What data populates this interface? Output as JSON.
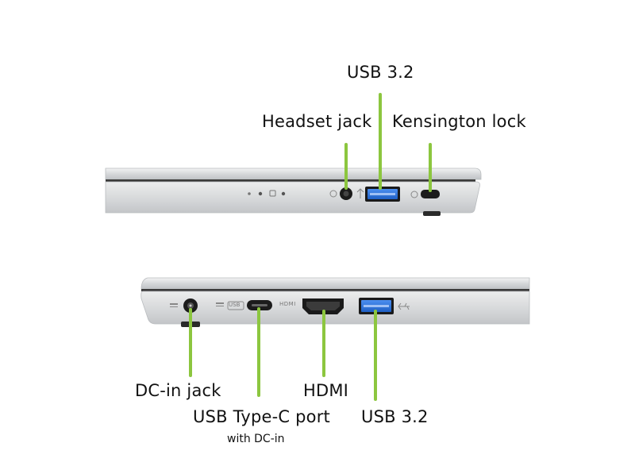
{
  "top_view": {
    "labels": {
      "usb": "USB 3.2",
      "headset": "Headset jack",
      "kensington": "Kensington lock"
    }
  },
  "bottom_view": {
    "labels": {
      "dc_in": "DC-in jack",
      "usb_c": "USB Type-C port",
      "usb_c_note": "with DC-in",
      "hdmi": "HDMI",
      "usb": "USB 3.2"
    },
    "port_engraving": {
      "usb_c_icon_text": "USB",
      "hdmi_engraving": "HDMI"
    }
  },
  "colors": {
    "leader_line": "#8cc63f",
    "usb_blue": "#2b6fd6",
    "chassis_silver": "#d9dbde",
    "chassis_dark": "#2a2a2a"
  }
}
